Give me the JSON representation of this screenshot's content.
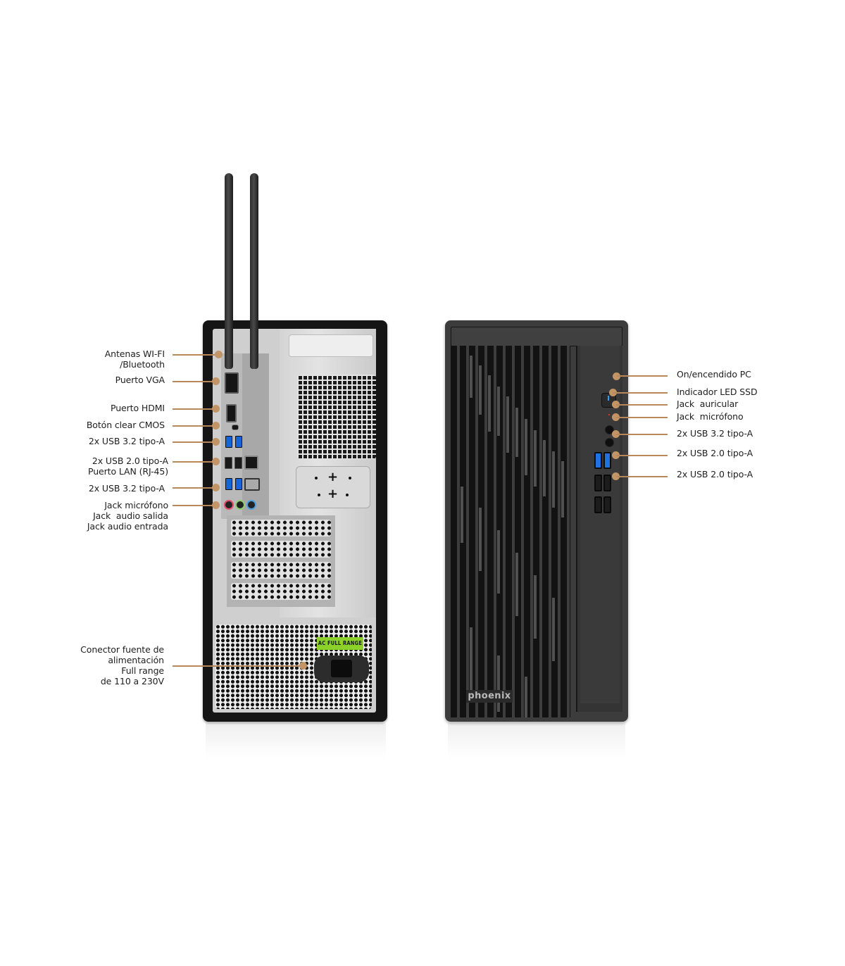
{
  "colors": {
    "leader_line": "#b8875a",
    "leader_dot": "#c29466",
    "text": "#1e1e1e",
    "background": "#ffffff",
    "usb3_port": "#1565d8",
    "power_led": "#2aa0ff",
    "ssd_led": "#ff3a2a",
    "psu_label": "#8bd12a"
  },
  "rear_view": {
    "labels": [
      {
        "id": "antenas",
        "text": "Antenas WI-FI\n/Bluetooth"
      },
      {
        "id": "vga",
        "text": "Puerto VGA"
      },
      {
        "id": "hdmi",
        "text": "Puerto HDMI"
      },
      {
        "id": "cmos",
        "text": "Botón clear CMOS"
      },
      {
        "id": "usb32_a",
        "text": "2x USB 3.2 tipo-A"
      },
      {
        "id": "usb20_lan",
        "text": "2x USB 2.0 tipo-A\nPuerto LAN (RJ-45)"
      },
      {
        "id": "usb32_b",
        "text": "2x USB 3.2 tipo-A"
      },
      {
        "id": "audio",
        "text": "Jack micrófono\nJack  audio salida\nJack audio entrada"
      },
      {
        "id": "power",
        "text": "Conector fuente de\nalimentación\nFull range\nde 110 a 230V"
      }
    ],
    "psu_badge": "FULL RANGE",
    "psu_badge_prefix": "AC"
  },
  "front_view": {
    "labels": [
      {
        "id": "power_btn",
        "text": "On/encendido PC"
      },
      {
        "id": "ssd_led",
        "text": "Indicador LED SSD"
      },
      {
        "id": "headphone",
        "text": "Jack  auricular"
      },
      {
        "id": "mic",
        "text": "Jack  micrófono"
      },
      {
        "id": "usb32",
        "text": "2x USB 3.2 tipo-A"
      },
      {
        "id": "usb20_a",
        "text": "2x USB 2.0 tipo-A"
      },
      {
        "id": "usb20_b",
        "text": "2x USB 2.0 tipo-A"
      }
    ],
    "brand": "phoenix"
  }
}
